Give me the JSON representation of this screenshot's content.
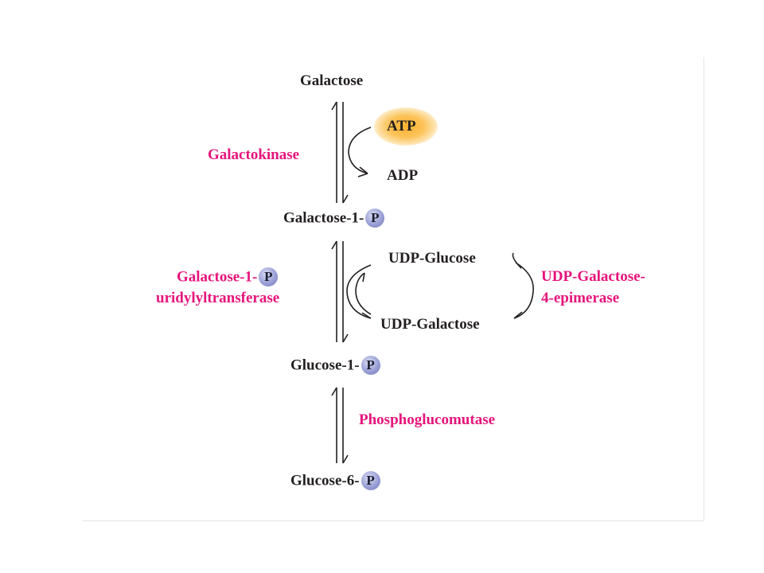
{
  "metabolites": {
    "galactose": "Galactose",
    "atp": "ATP",
    "adp": "ADP",
    "galactose_1p": "Galactose-1-",
    "udp_glucose": "UDP-Glucose",
    "udp_galactose": "UDP-Galactose",
    "glucose_1p": "Glucose-1-",
    "glucose_6p": "Glucose-6-"
  },
  "enzymes": {
    "galactokinase": "Galactokinase",
    "transferase_line1": "Galactose-1-",
    "transferase_line2": "uridylyltransferase",
    "epimerase_line1": "UDP-Galactose-",
    "epimerase_line2": "4-epimerase",
    "phosphoglucomutase": "Phosphoglucomutase"
  },
  "phosphate_symbol": "P",
  "colors": {
    "metabolite_text": "#231f20",
    "enzyme_text": "#e6147b",
    "atp_glow": "#fbb12b",
    "phosphate_badge": "#9aa0d6"
  }
}
